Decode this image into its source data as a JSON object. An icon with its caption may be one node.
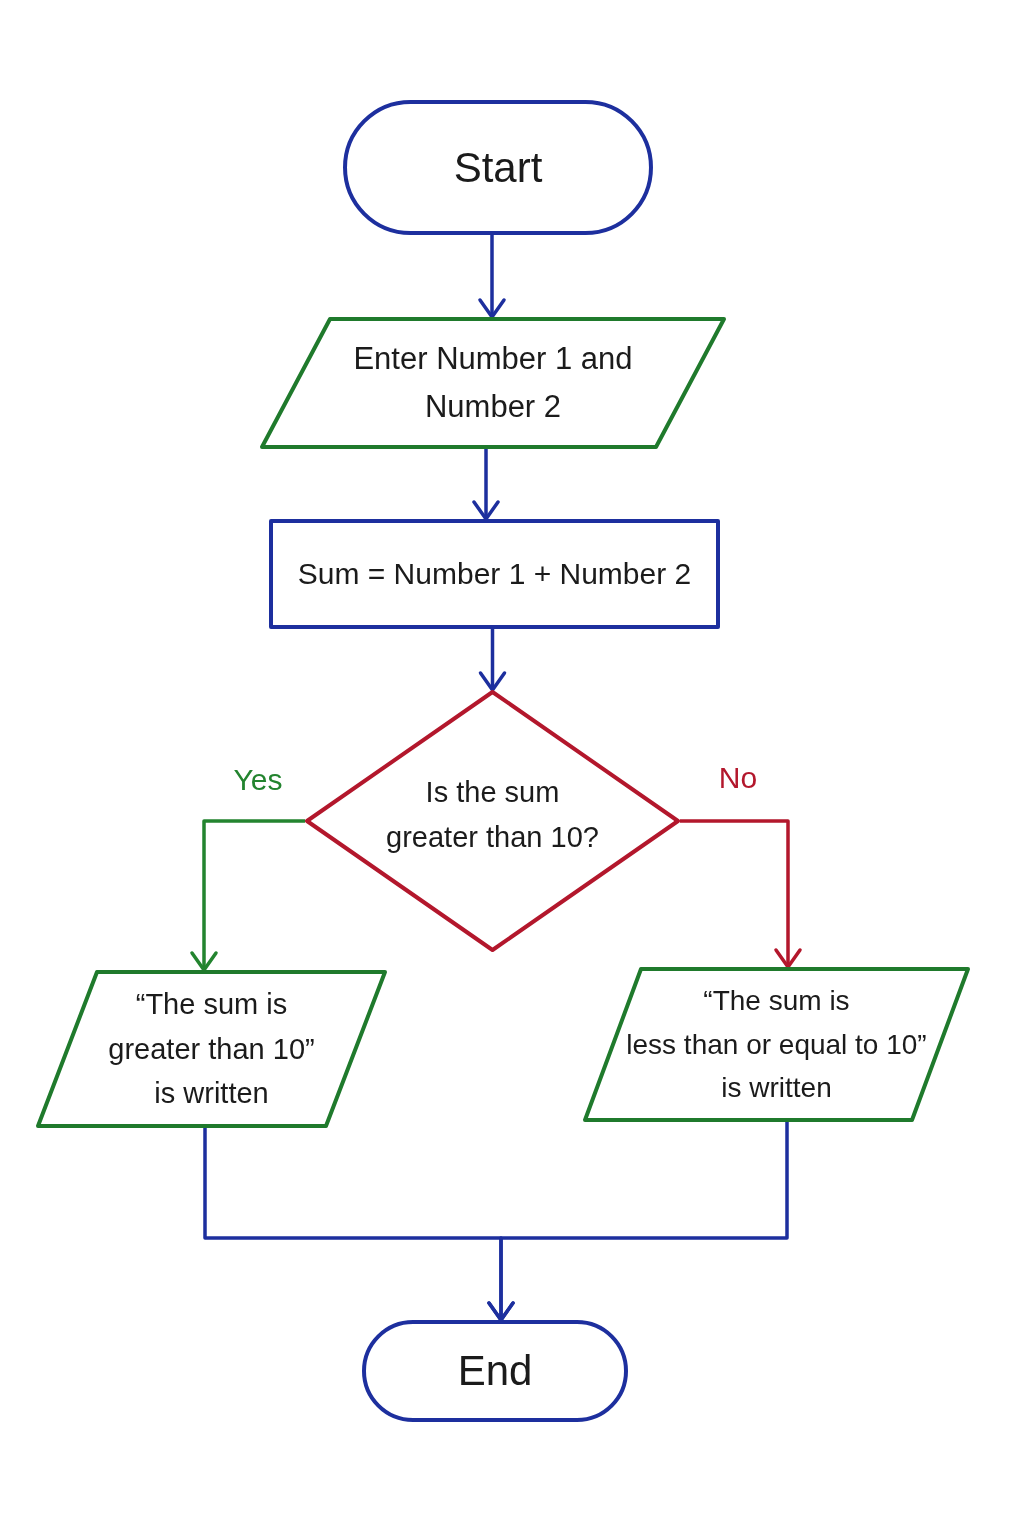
{
  "diagram": {
    "nodes": [
      {
        "text": [
          "Start"
        ]
      },
      {
        "text": [
          "Enter Number 1 and Number 2"
        ]
      },
      {
        "text": [
          "Sum = Number 1 + Number 2"
        ]
      },
      {
        "text": [
          "Is the sum greater than 10?"
        ]
      },
      {
        "text": [
          "“The sum is greater than 10” is written"
        ]
      },
      {
        "text": [
          "“The sum is less than or equal to 10” is written"
        ]
      },
      {
        "text": [
          "End"
        ]
      }
    ],
    "edges": [
      {
        "from": 0,
        "to": 1,
        "arrow": "to"
      },
      {
        "from": 1,
        "to": 2,
        "arrow": "to"
      },
      {
        "from": 2,
        "to": 3,
        "arrow": "to"
      },
      {
        "from": 3,
        "to": 4,
        "arrow": "to",
        "label": "Yes",
        "color": "#23842f"
      },
      {
        "from": 3,
        "to": 5,
        "arrow": "to",
        "label": "No",
        "color": "#b3172c"
      },
      {
        "from": 4,
        "to": 6,
        "arrow": "to"
      },
      {
        "from": 5,
        "to": 6,
        "arrow": "to"
      }
    ]
  }
}
